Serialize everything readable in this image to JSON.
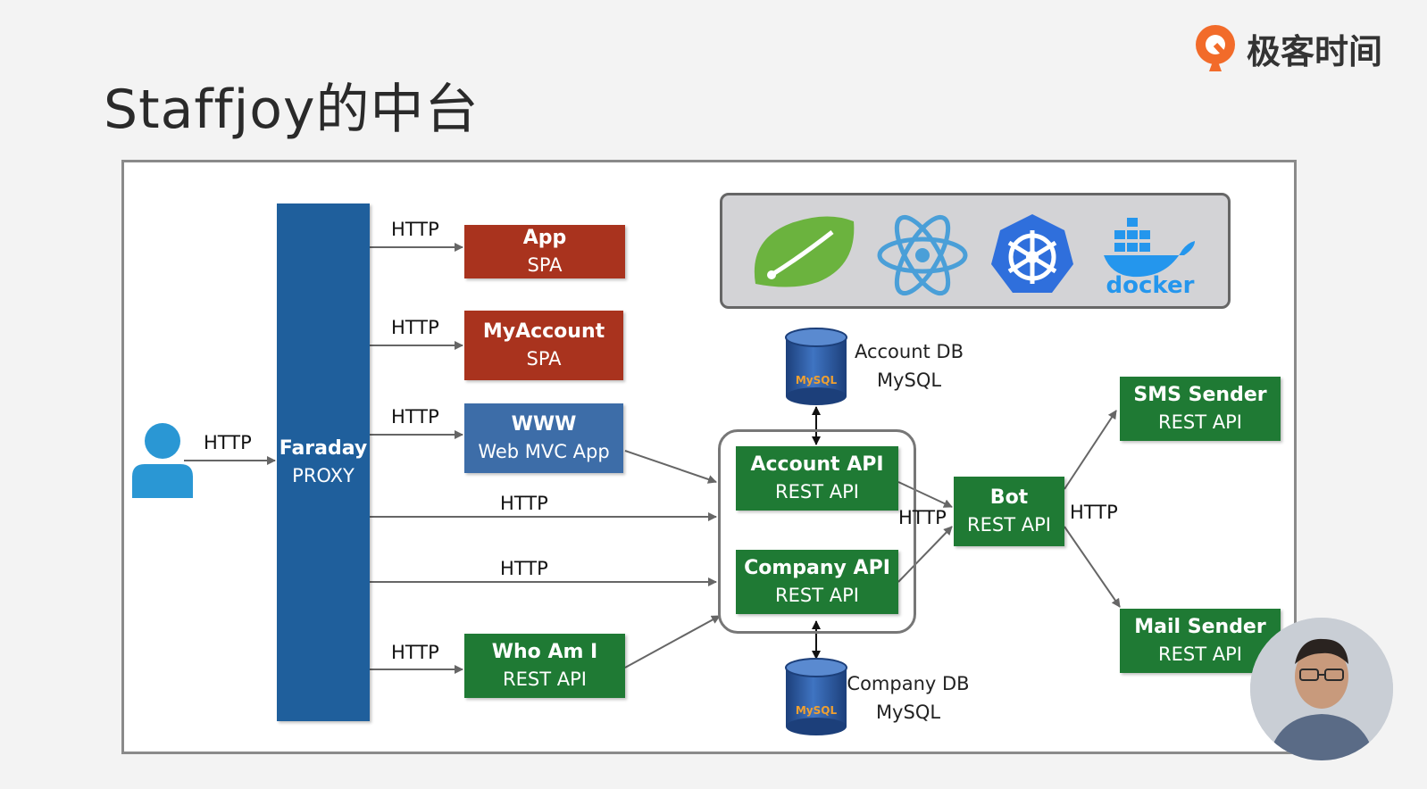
{
  "header": {
    "title": "Staffjoy的中台",
    "brand_text": "极客时间"
  },
  "diagram": {
    "proxy": {
      "name": "Faraday",
      "type": "PROXY"
    },
    "frontends": [
      {
        "name": "App",
        "type": "SPA"
      },
      {
        "name": "MyAccount",
        "type": "SPA"
      },
      {
        "name": "WWW",
        "type": "Web MVC App"
      },
      {
        "name": "Who Am I",
        "type": "REST API"
      }
    ],
    "services": {
      "account": {
        "name": "Account API",
        "type": "REST API"
      },
      "company": {
        "name": "Company API",
        "type": "REST API"
      },
      "bot": {
        "name": "Bot",
        "type": "REST API"
      },
      "sms": {
        "name": "SMS Sender",
        "type": "REST API"
      },
      "mail": {
        "name": "Mail Sender",
        "type": "REST API"
      }
    },
    "databases": {
      "account": {
        "name": "Account DB",
        "engine": "MySQL"
      },
      "company": {
        "name": "Company DB",
        "engine": "MySQL"
      }
    },
    "edge_label": "HTTP",
    "tech_stack": [
      "spring-icon",
      "react-icon",
      "kubernetes-icon",
      "docker-icon"
    ],
    "docker_text": "docker",
    "mysql_logo_text": "MySQL"
  },
  "colors": {
    "frontend_red": "#a9331e",
    "frontend_blue": "#3d6da8",
    "service_green": "#1f7a34",
    "proxy_blue": "#1f5f9c",
    "user_icon": "#2a97d4"
  }
}
